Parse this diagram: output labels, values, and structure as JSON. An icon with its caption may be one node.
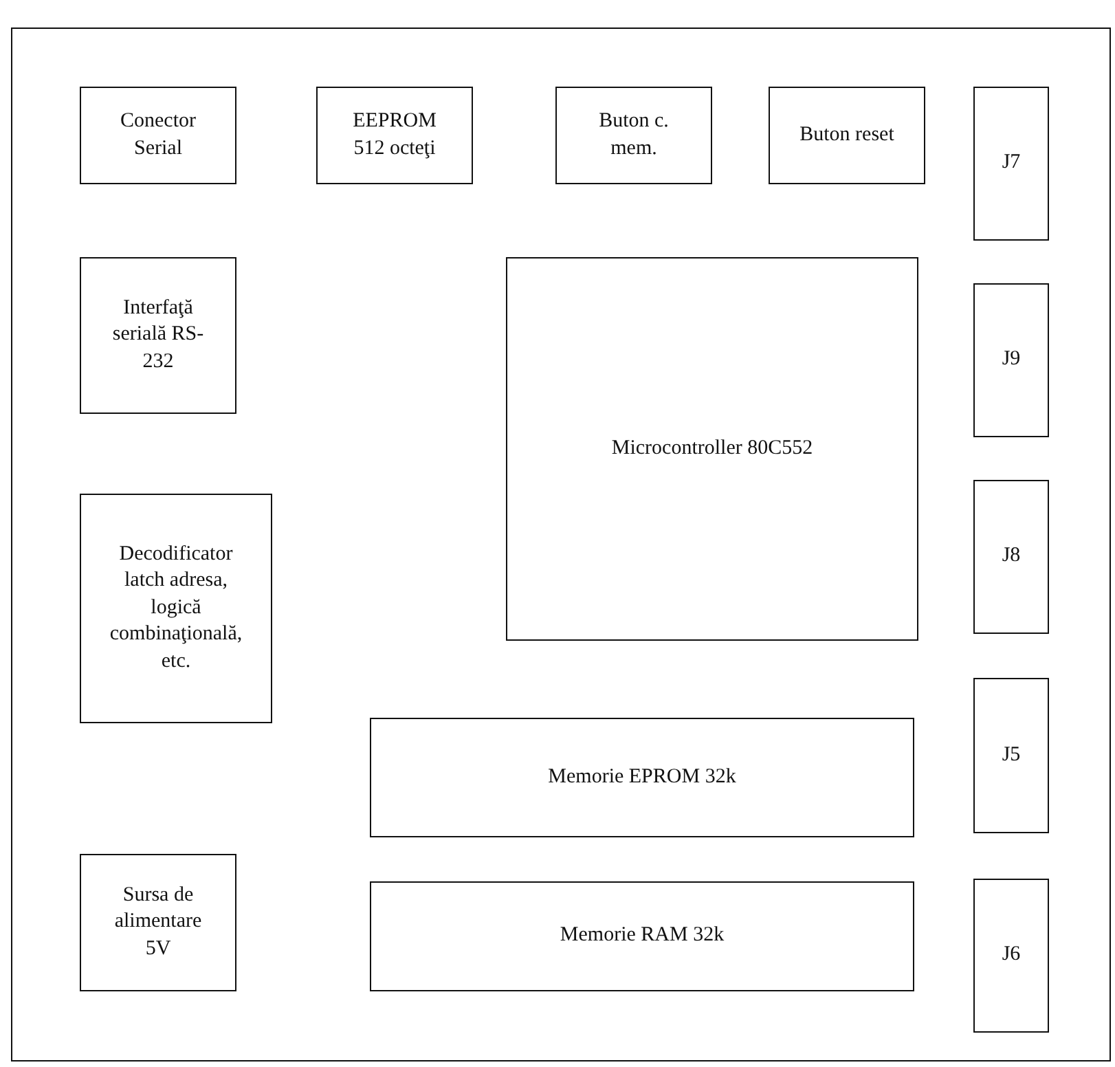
{
  "diagram": {
    "nodes": [
      {
        "text": [],
        "shape": "box"
      },
      {
        "text": [
          "Conector Serial"
        ],
        "in": 0
      },
      {
        "text": [
          "EEPROM 512 octeţi"
        ],
        "in": 0
      },
      {
        "text": [
          "Buton c. mem."
        ],
        "in": 0
      },
      {
        "text": [
          "Buton reset"
        ],
        "in": 0
      },
      {
        "text": [
          "J7"
        ],
        "in": 0
      },
      {
        "text": [
          "Interfaţă serială RS-232"
        ],
        "in": 0
      },
      {
        "text": [
          "Microcontroller 80C552"
        ],
        "in": 0
      },
      {
        "text": [
          "J9"
        ],
        "in": 0
      },
      {
        "text": [
          "Decodificator latch adresa, logică combinaţională, etc."
        ],
        "in": 0
      },
      {
        "text": [
          "J8"
        ],
        "in": 0
      },
      {
        "text": [
          "Memorie EPROM 32k"
        ],
        "in": 0
      },
      {
        "text": [
          "J5"
        ],
        "in": 0
      },
      {
        "text": [
          "Sursa de alimentare 5V"
        ],
        "in": 0
      },
      {
        "text": [
          "Memorie RAM 32k"
        ],
        "in": 0
      },
      {
        "text": [
          "J6"
        ],
        "in": 0
      }
    ]
  }
}
